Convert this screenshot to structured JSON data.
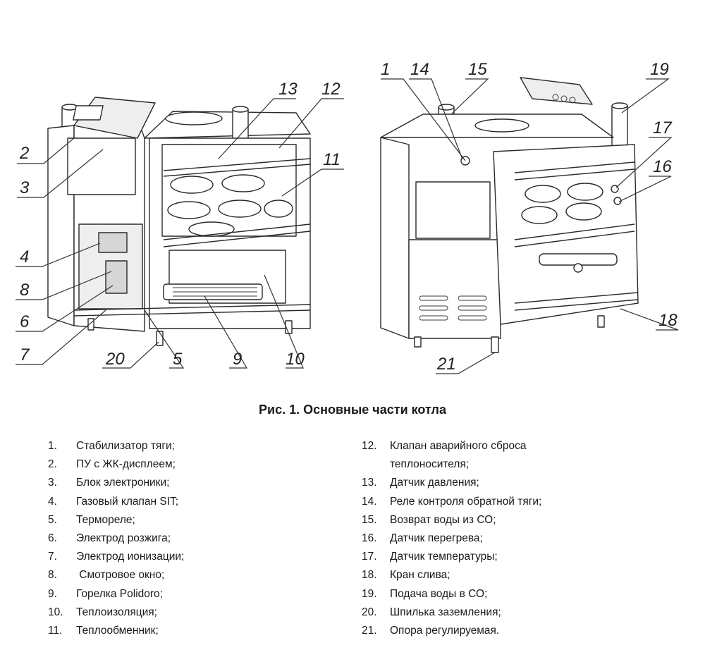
{
  "callouts": {
    "c1": "1",
    "c2": "2",
    "c3": "3",
    "c4": "4",
    "c5": "5",
    "c6": "6",
    "c7": "7",
    "c8": "8",
    "c9": "9",
    "c10": "10",
    "c11": "11",
    "c12": "12",
    "c13": "13",
    "c14": "14",
    "c15": "15",
    "c16": "16",
    "c17": "17",
    "c18": "18",
    "c19": "19",
    "c20": "20",
    "c21": "21"
  },
  "caption": "Рис. 1. Основные части котла",
  "legend": {
    "left": [
      {
        "num": "1.",
        "text": "Стабилизатор тяги;"
      },
      {
        "num": "2.",
        "text": "ПУ с ЖК-дисплеем;"
      },
      {
        "num": "3.",
        "text": "Блок электроники;"
      },
      {
        "num": "4.",
        "text": "Газовый клапан SIT;"
      },
      {
        "num": "5.",
        "text": "Термореле;"
      },
      {
        "num": "6.",
        "text": "Электрод розжига;"
      },
      {
        "num": "7.",
        "text": "Электрод ионизации;"
      },
      {
        "num": "8.",
        "text": " Смотровое окно;"
      },
      {
        "num": "9.",
        "text": "Горелка Polidoro;"
      },
      {
        "num": "10.",
        "text": "Теплоизоляция;"
      },
      {
        "num": "11.",
        "text": "Теплообменник;"
      }
    ],
    "right": [
      {
        "num": "12.",
        "text": "Клапан аварийного сброса",
        "cont": "теплоносителя;"
      },
      {
        "num": "13.",
        "text": "Датчик давления;"
      },
      {
        "num": "14.",
        "text": "Реле контроля обратной тяги;"
      },
      {
        "num": "15.",
        "text": "Возврат воды из СО;"
      },
      {
        "num": "16.",
        "text": "Датчик перегрева;"
      },
      {
        "num": "17.",
        "text": "Датчик температуры;"
      },
      {
        "num": "18.",
        "text": "Кран слива;"
      },
      {
        "num": "19.",
        "text": "Подача воды в СО;"
      },
      {
        "num": "20.",
        "text": "Шпилька заземления;"
      },
      {
        "num": "21.",
        "text": "Опора регулируемая."
      }
    ]
  }
}
